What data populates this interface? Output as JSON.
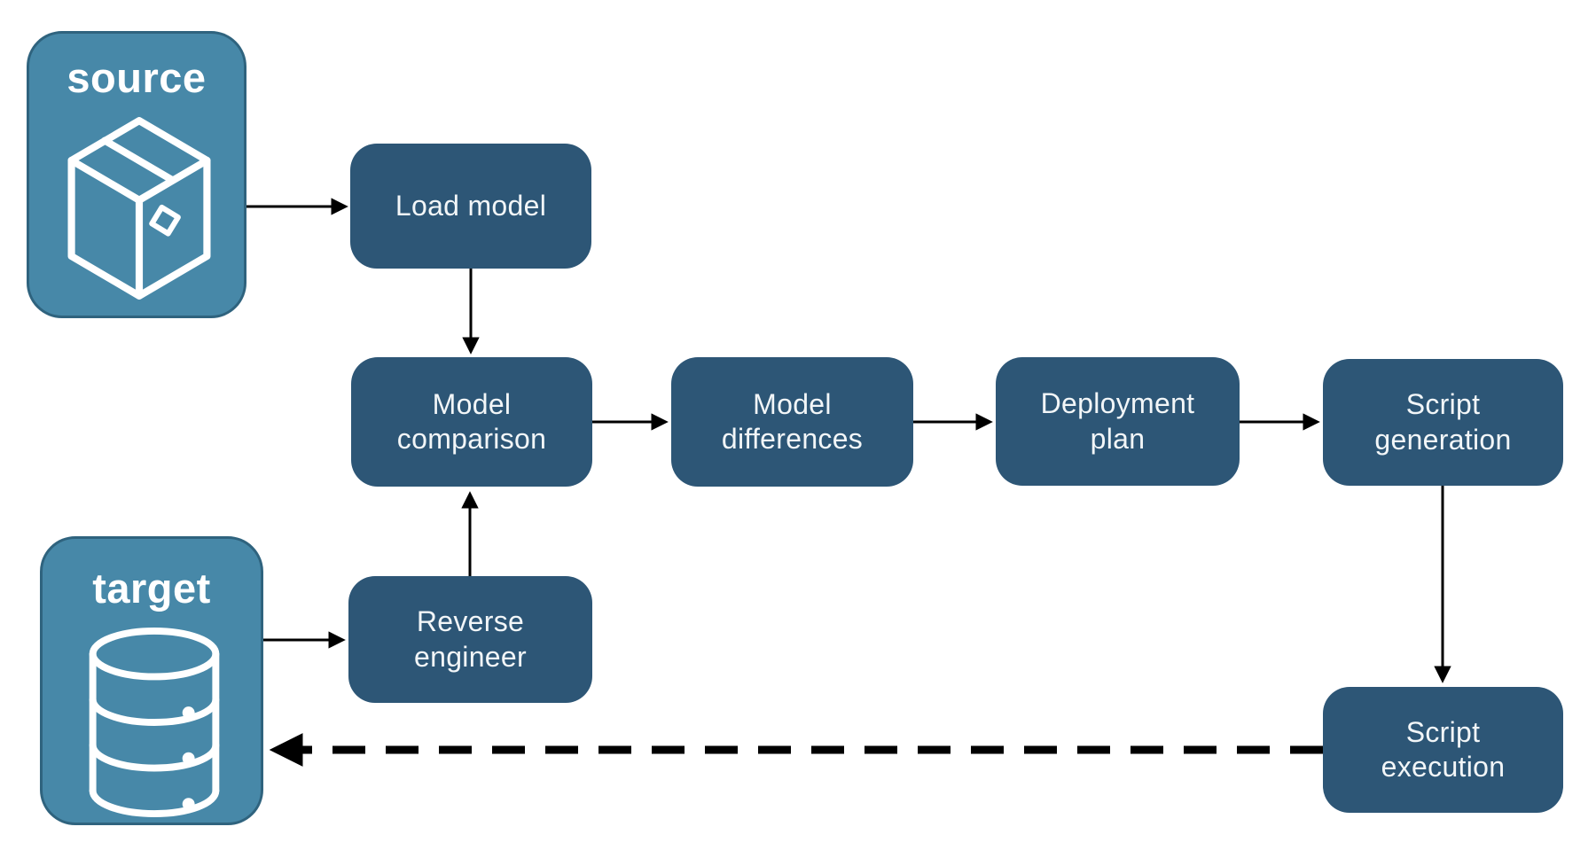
{
  "colors": {
    "node_fill": "#2D5676",
    "node_text": "#F2F6F8",
    "container_fill": "#4788A8",
    "container_border": "#2F637E",
    "container_text": "#FFFFFF",
    "arrow": "#000000",
    "background": "#FFFFFF"
  },
  "containers": {
    "source": {
      "label": "source",
      "icon": "package-icon"
    },
    "target": {
      "label": "target",
      "icon": "database-icon"
    }
  },
  "nodes": {
    "load_model": {
      "label": "Load model"
    },
    "model_comparison": {
      "label": "Model\ncomparison"
    },
    "model_differences": {
      "label": "Model\ndifferences"
    },
    "deployment_plan": {
      "label": "Deployment\nplan"
    },
    "script_generation": {
      "label": "Script\ngeneration"
    },
    "reverse_engineer": {
      "label": "Reverse\nengineer"
    },
    "script_execution": {
      "label": "Script\nexecution"
    }
  },
  "edges": [
    {
      "from": "source",
      "to": "load_model",
      "style": "solid"
    },
    {
      "from": "load_model",
      "to": "model_comparison",
      "style": "solid"
    },
    {
      "from": "model_comparison",
      "to": "model_differences",
      "style": "solid"
    },
    {
      "from": "model_differences",
      "to": "deployment_plan",
      "style": "solid"
    },
    {
      "from": "deployment_plan",
      "to": "script_generation",
      "style": "solid"
    },
    {
      "from": "script_generation",
      "to": "script_execution",
      "style": "solid"
    },
    {
      "from": "target",
      "to": "reverse_engineer",
      "style": "solid"
    },
    {
      "from": "reverse_engineer",
      "to": "model_comparison",
      "style": "solid"
    },
    {
      "from": "script_execution",
      "to": "target",
      "style": "dashed"
    }
  ]
}
